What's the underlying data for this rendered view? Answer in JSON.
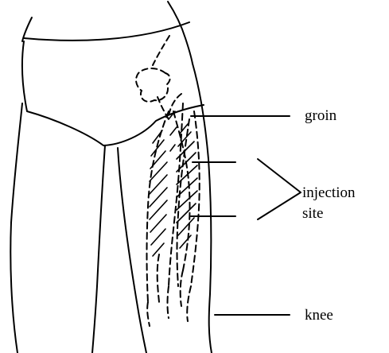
{
  "labels": {
    "groin": "groin",
    "injection_line1": "injection",
    "injection_line2": "site",
    "knee": "knee"
  },
  "colors": {
    "line": "#000000",
    "background": "#ffffff"
  }
}
